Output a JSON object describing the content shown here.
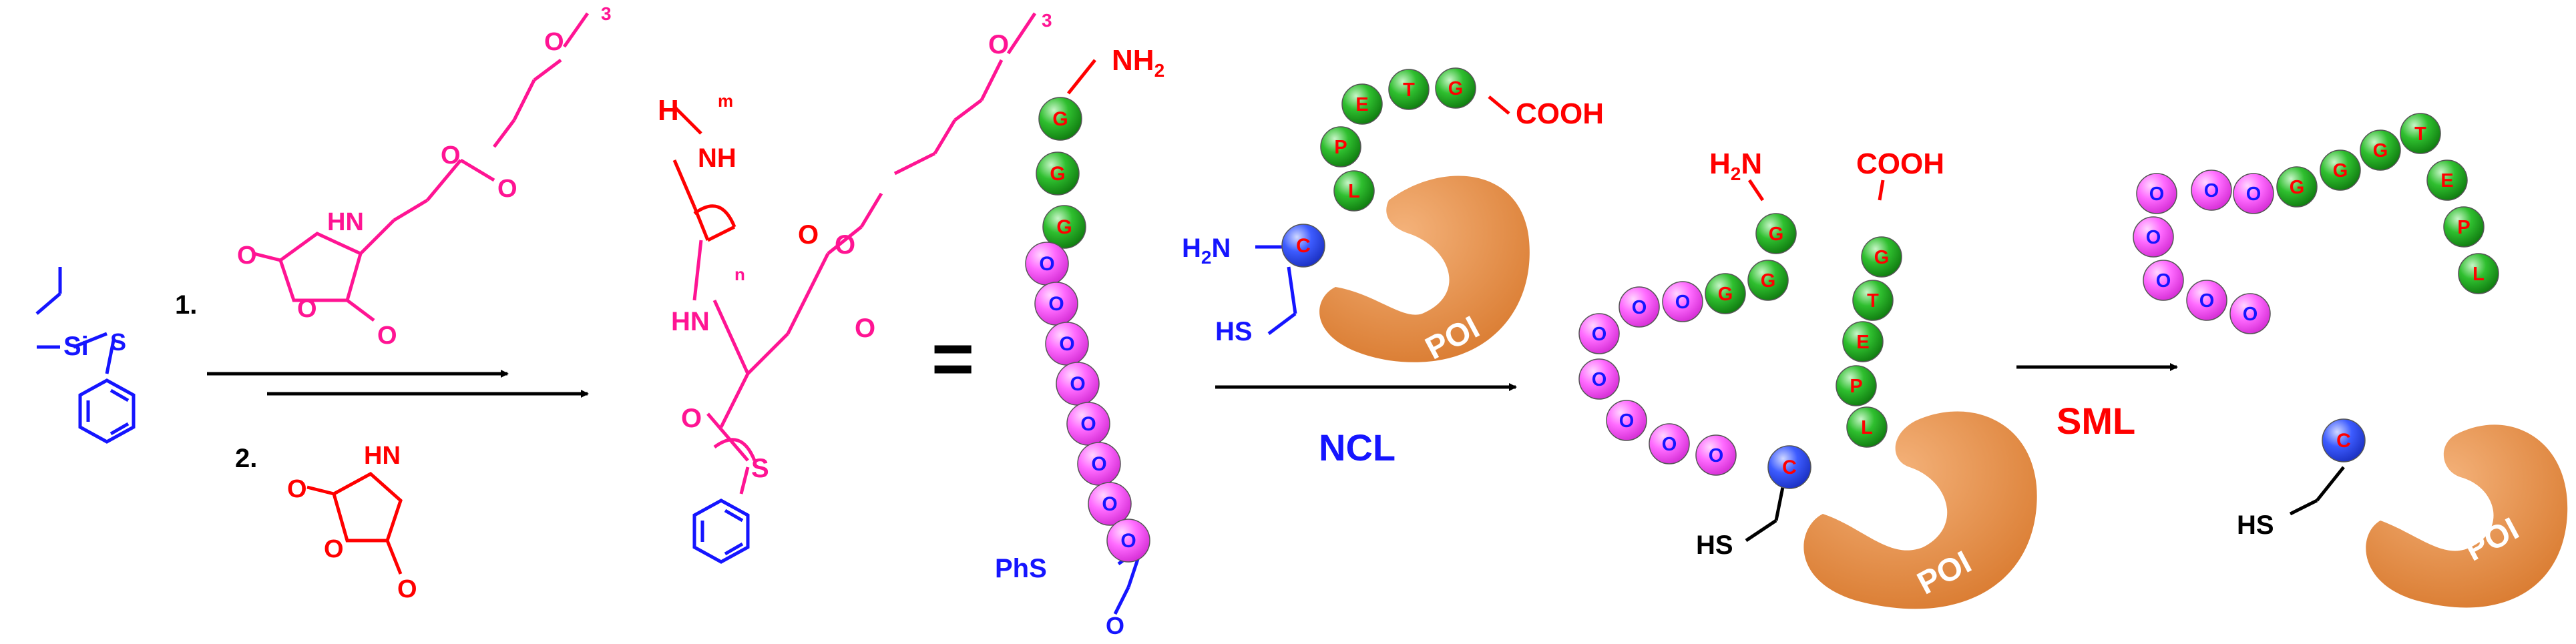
{
  "colors": {
    "pink": "#ff1493",
    "magenta_bead": "#ff5bff",
    "green_bead": "#1fa31f",
    "blue": "#1515ff",
    "red": "#ff0000",
    "orange": "#e8873a",
    "black": "#000000"
  },
  "step_labels": {
    "step1": "1.",
    "step2": "2."
  },
  "reagent": {
    "si": "Si",
    "s": "S"
  },
  "pink_reagent": {
    "nh": "H",
    "n_letter": "N",
    "o_ring1": "O",
    "o_ring2": "O",
    "o_ring3": "O",
    "o_ester1": "O",
    "o_ester2": "O",
    "ether_o": "O",
    "sub3": "3"
  },
  "red_reagent": {
    "nh": "H",
    "n_letter": "N",
    "o1": "O",
    "o2": "O",
    "o3": "O"
  },
  "product": {
    "h": "H",
    "m": "m",
    "nh": "NH",
    "o1": "O",
    "hn": "HN",
    "n": "n",
    "o_ester1": "O",
    "o_ester2": "O",
    "ether_o": "O",
    "sub3": "3",
    "o_thio": "O",
    "s": "S"
  },
  "equals": "=",
  "chain1": {
    "nh2": "NH2",
    "phs": "PhS",
    "o_label": "O",
    "g_label": "G"
  },
  "peptide_poi": {
    "cys_label": "C",
    "h2n": "H2N",
    "hs": "HS",
    "cooh": "COOH",
    "poi": "POI",
    "letters": [
      "L",
      "P",
      "E",
      "T",
      "G"
    ]
  },
  "ncl_label": "NCL",
  "sml_label": "SML",
  "ligated1": {
    "h2n": "H2N",
    "cooh": "COOH",
    "hs": "HS",
    "poi": "POI",
    "cys": "C",
    "g_letters": [
      "G",
      "G",
      "G"
    ],
    "right_letters": [
      "L",
      "P",
      "E",
      "T",
      "G"
    ],
    "o_label": "O"
  },
  "final": {
    "hs": "HS",
    "poi": "POI",
    "cys": "C",
    "letters": [
      "G",
      "G",
      "G",
      "T",
      "E",
      "P",
      "L"
    ],
    "o_label": "O"
  }
}
